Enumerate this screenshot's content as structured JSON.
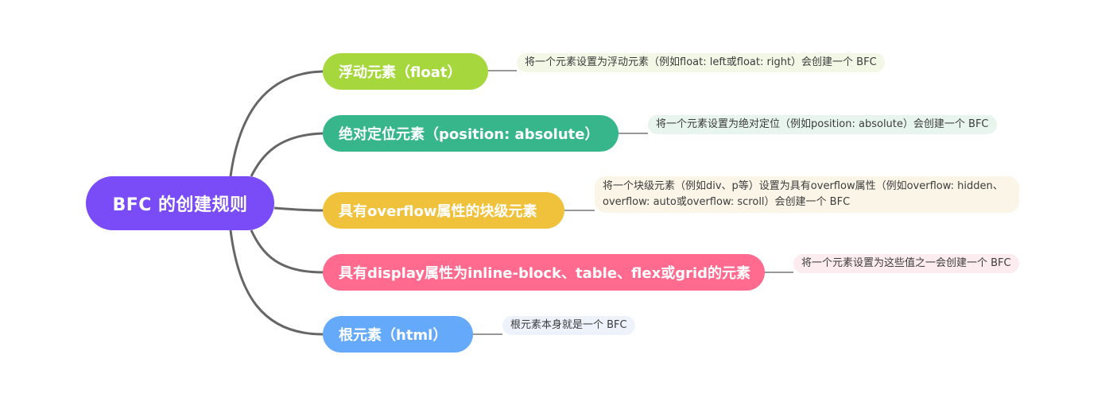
{
  "mindmap": {
    "root": {
      "label": "BFC 的创建规则",
      "color": "#7a4cf7"
    },
    "topics": [
      {
        "label": "浮动元素（float）",
        "color": "#a6d83e",
        "note": {
          "text": "将一个元素设置为浮动元素（例如float: left或float: right）会创建一个 BFC",
          "bg": "#f2f7e6"
        }
      },
      {
        "label": "绝对定位元素（position: absolute）",
        "color": "#36b68a",
        "note": {
          "text": "将一个元素设置为绝对定位（例如position: absolute）会创建一个 BFC",
          "bg": "#e8f5ef"
        }
      },
      {
        "label": "具有overflow属性的块级元素",
        "color": "#f0c23c",
        "note": {
          "line1": "将一个块级元素（例如div、p等）设置为具有overflow属性（例如overflow: hidden、",
          "line2": "overflow: auto或overflow: scroll）会创建一个 BFC",
          "bg": "#fbf5e8"
        }
      },
      {
        "label": "具有display属性为inline-block、table、flex或grid的元素",
        "color": "#ff6a8e",
        "note": {
          "text": "将一个元素设置为这些值之一会创建一个 BFC",
          "bg": "#fdecef"
        }
      },
      {
        "label": "根元素（html）",
        "color": "#65a9fb",
        "note": {
          "text": "根元素本身就是一个 BFC",
          "bg": "#edf2fb"
        }
      }
    ],
    "link_color": "#666666"
  }
}
